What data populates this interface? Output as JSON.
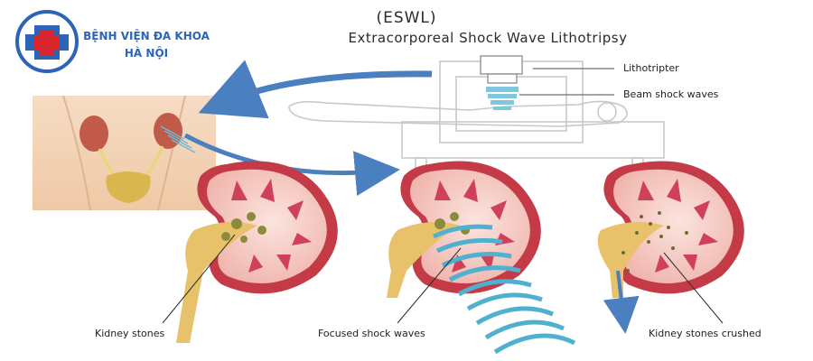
{
  "title": "(ESWL)",
  "subtitle": "Extracorporeal Shock Wave Lithotripsy",
  "logo": {
    "line1": "BỆNH VIỆN ĐA KHOA",
    "line2": "HÀ NỘI",
    "colors": {
      "blue": "#2e64b8",
      "red": "#d8262c"
    }
  },
  "labels": {
    "lithotripter": "Lithotripter",
    "beam": "Beam shock waves",
    "kidney_stones": "Kidney stones",
    "focused": "Focused shock waves",
    "crushed": "Kidney stones crushed"
  },
  "colors": {
    "arrow": "#4a7fc0",
    "kidney_outer": "#c43a46",
    "kidney_inner": "#f3c6c2",
    "wave": "#4fb0d0"
  }
}
